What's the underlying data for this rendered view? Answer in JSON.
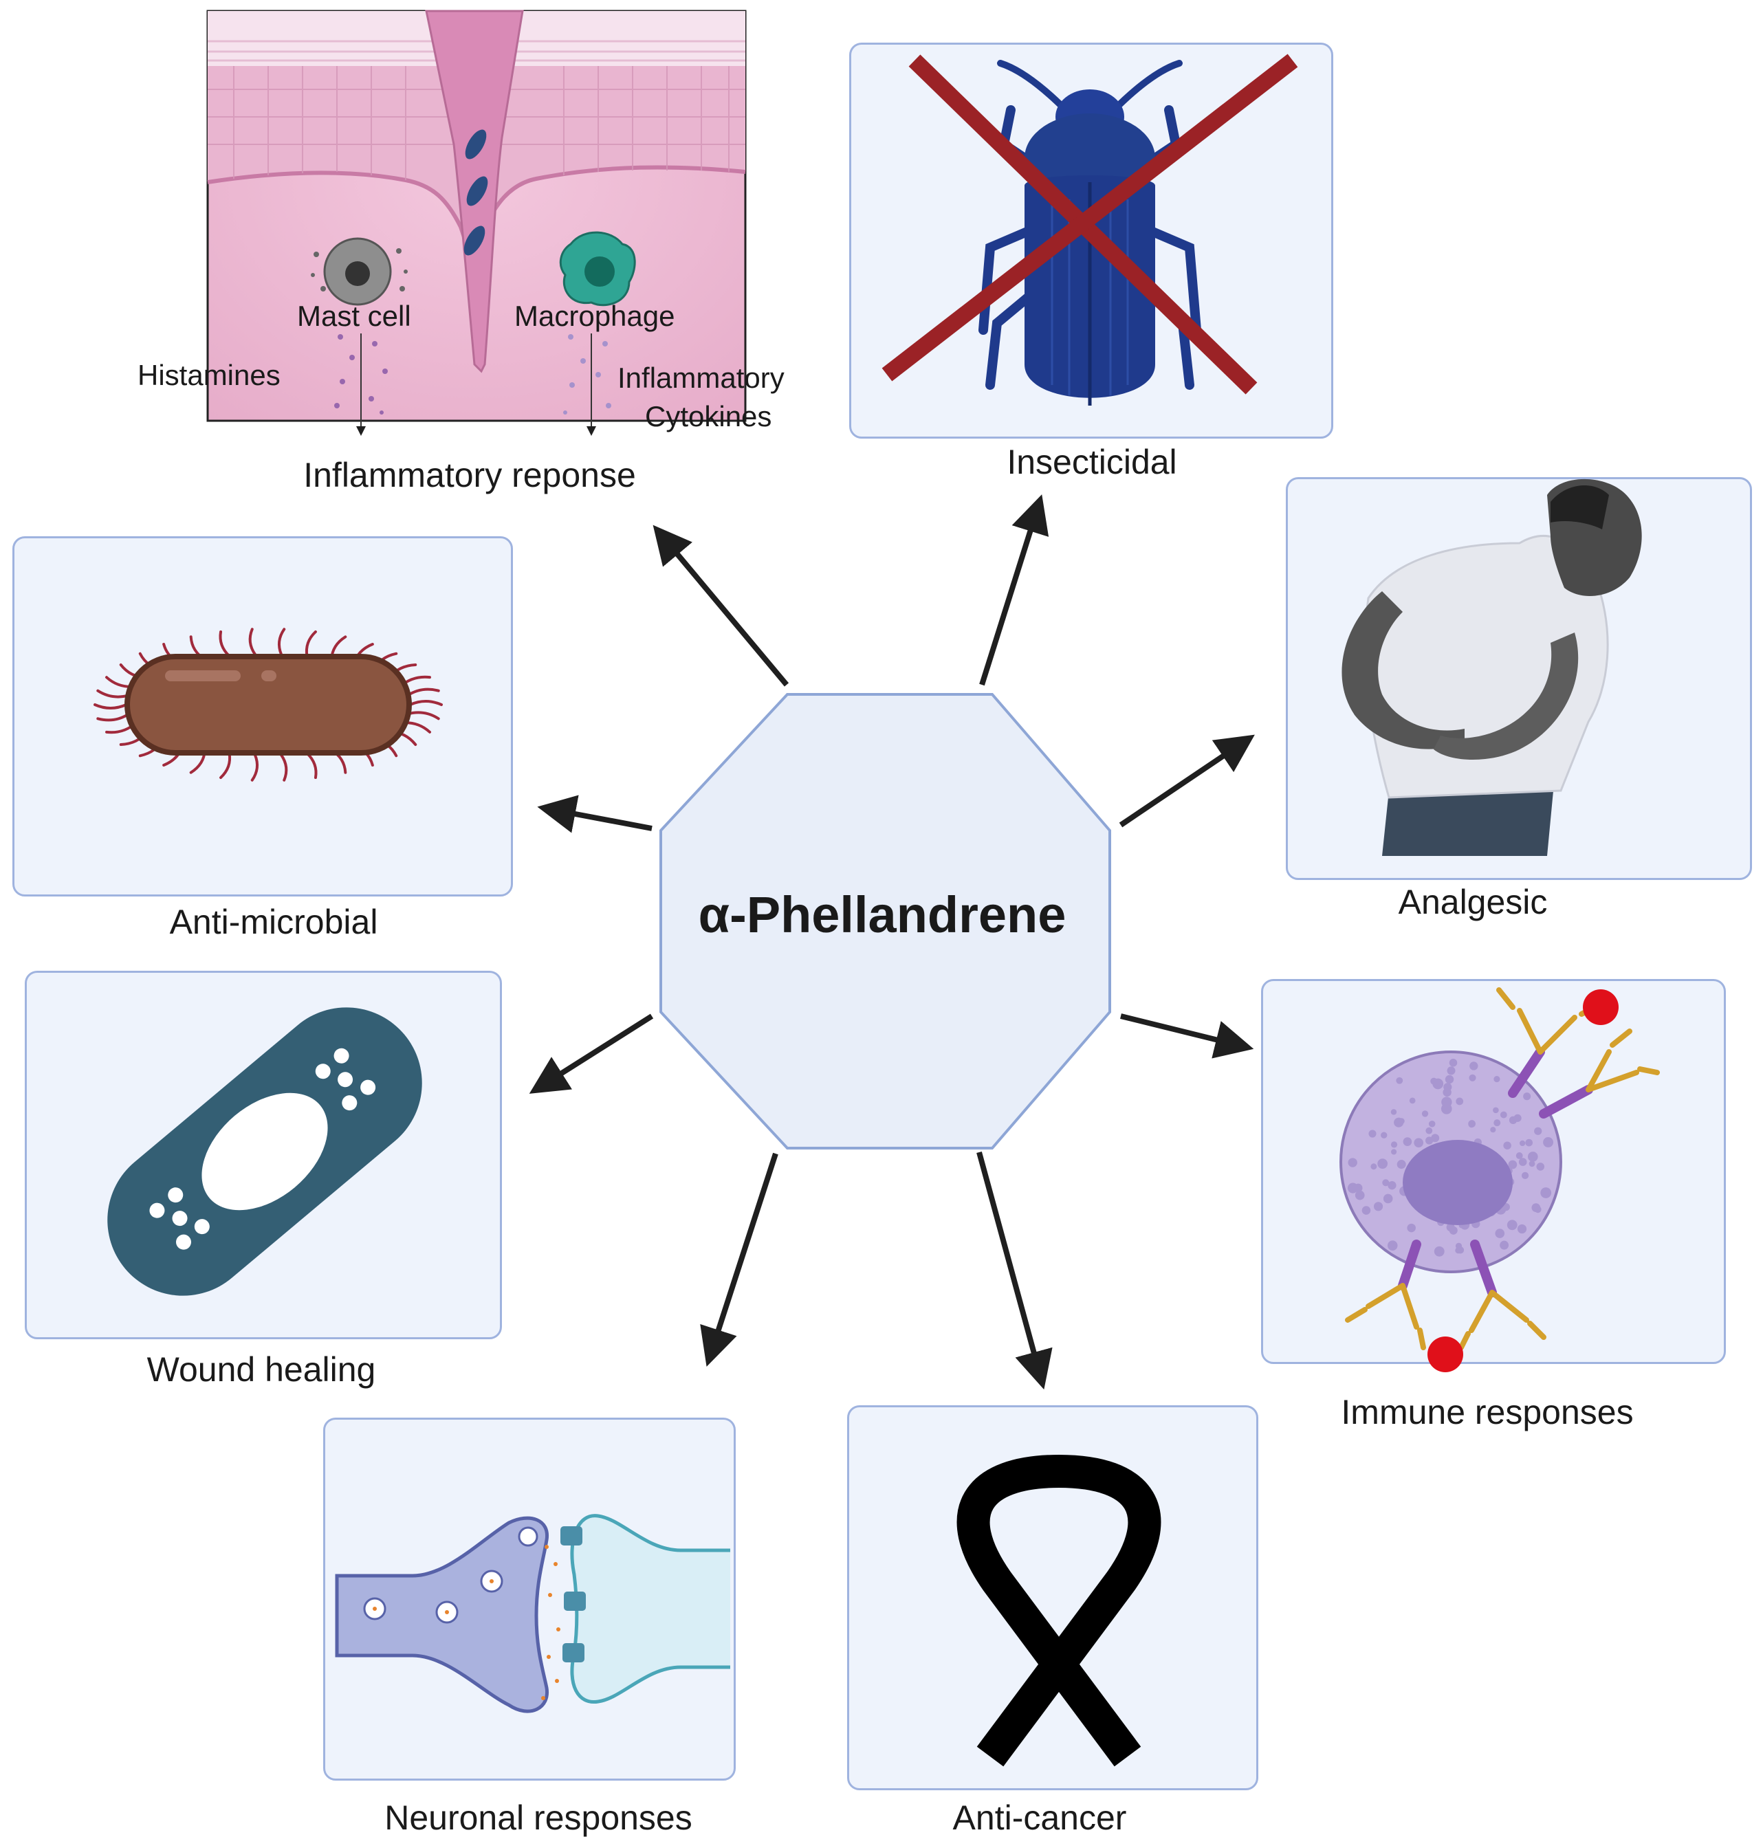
{
  "center": {
    "label": "α-Phellandrene"
  },
  "activities": {
    "inflammatory": "Inflammatory reponse",
    "insecticidal": "Insecticidal",
    "analgesic": "Analgesic",
    "antimicrobial": "Anti-microbial",
    "immune": "Immune responses",
    "wound": "Wound healing",
    "neuronal": "Neuronal responses",
    "anticancer": "Anti-cancer"
  },
  "inflammation_labels": {
    "mast_cell": "Mast cell",
    "macrophage": "Macrophage",
    "histamines": "Histamines",
    "cytokines_line1": "Inflammatory",
    "cytokines_line2": "Cytokines"
  },
  "colors": {
    "panel_fill": "#eef3fc",
    "panel_border": "#9fb3df",
    "arrow": "#1f1f1f",
    "cross": "#9b2226",
    "beetle": "#1f3a8c",
    "bacterium": "#8a5540",
    "bandage": "#345f74",
    "ribbon": "#000000"
  }
}
